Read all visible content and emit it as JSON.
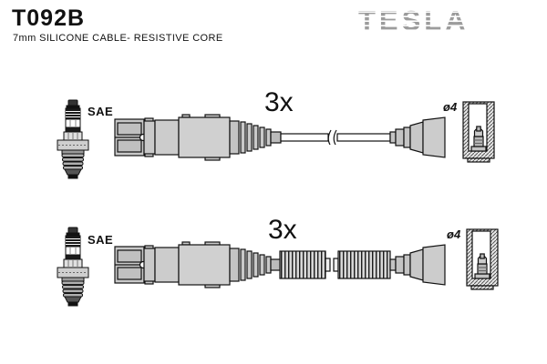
{
  "header": {
    "part_number": "T092B",
    "subtitle": "7mm SILICONE CABLE- RESISTIVE CORE"
  },
  "brand": {
    "logo_text": "TESLA",
    "logo_color": "#9c9c9c"
  },
  "rows": [
    {
      "plug_standard": "SAE",
      "quantity": "3x",
      "terminal_diameter": "ø4",
      "cable_style": "smooth"
    },
    {
      "plug_standard": "SAE",
      "quantity": "3x",
      "terminal_diameter": "ø4",
      "cable_style": "corrugated"
    }
  ],
  "colors": {
    "outline": "#111111",
    "fill_light": "#cccccc",
    "fill_mid": "#c0c0c0",
    "fill_dark": "#1a1a1a",
    "background": "#ffffff"
  }
}
